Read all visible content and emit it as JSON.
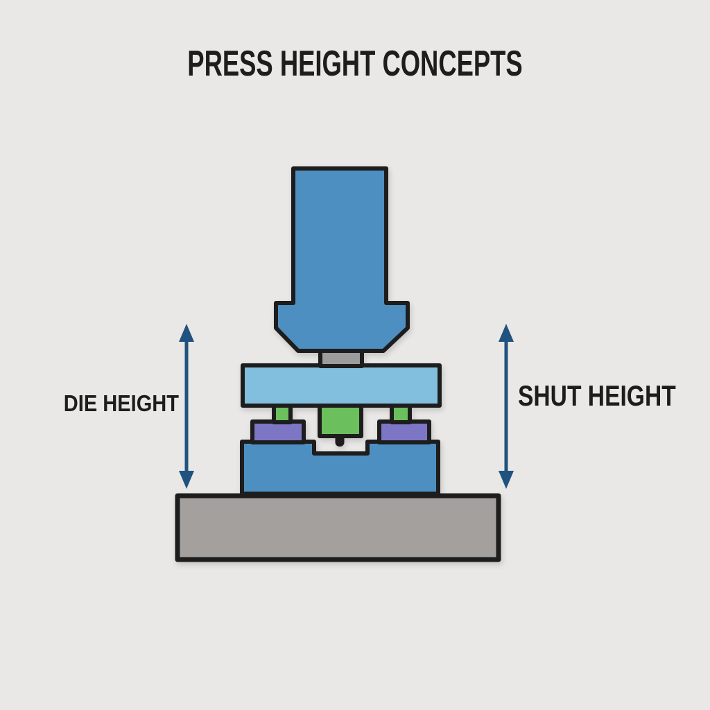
{
  "title": "PRESS HEIGHT CONCEPTS",
  "labels": {
    "die_height": "DIE HEIGHT",
    "shut_height": "SHUT HEIGHT"
  },
  "colors": {
    "background": "#e9e8e6",
    "outline": "#1d1d1d",
    "ram_blue": "#4d8fc0",
    "plate_blue": "#82bedd",
    "punch_green": "#6bbf5c",
    "spacer_purple": "#7d76c5",
    "connector_gray": "#9c9c9c",
    "base_gray": "#a3a09d",
    "arrow_blue": "#20527f",
    "text": "#1d1d1d"
  }
}
